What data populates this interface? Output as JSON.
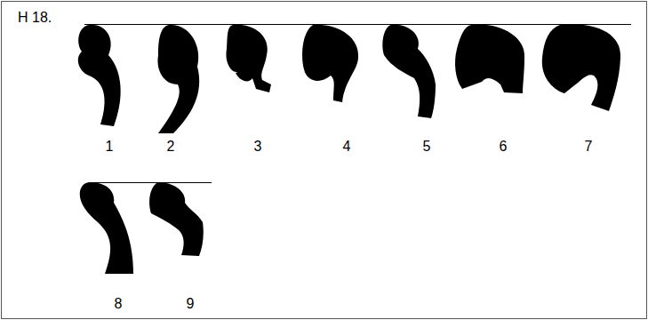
{
  "diagram": {
    "title": "H 18.",
    "labels": [
      "1",
      "2",
      "3",
      "4",
      "5",
      "6",
      "7",
      "8",
      "9"
    ]
  }
}
